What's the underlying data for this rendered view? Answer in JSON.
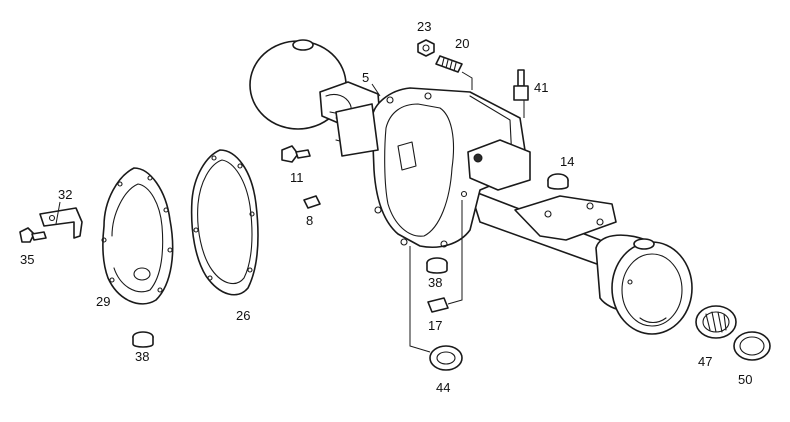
{
  "diagram": {
    "callouts": {
      "c5": "5",
      "c8": "8",
      "c11": "11",
      "c14": "14",
      "c17": "17",
      "c20": "20",
      "c23": "23",
      "c26": "26",
      "c29": "29",
      "c32": "32",
      "c35": "35",
      "c38a": "38",
      "c38b": "38",
      "c41": "41",
      "c44": "44",
      "c47": "47",
      "c50": "50"
    }
  }
}
